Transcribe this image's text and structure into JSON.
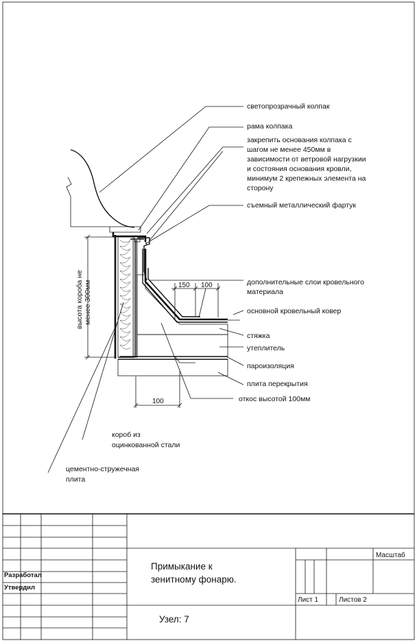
{
  "labels": {
    "dome": "светопрозрачный колпак",
    "frame": "рама колпака",
    "fix1": "закрепить основания колпака с",
    "fix2": "шагом не менее 450мм в",
    "fix3": "зависимости от ветровой нагрузкии",
    "fix4": "и состояния основания кровли,",
    "fix5": "минимум 2 крепежных элемента на",
    "fix6": "сторону",
    "apron": "съемный металлический фартук",
    "extra1": "дополнительные слои кровельного",
    "extra2": "материала",
    "main_carpet": "основной кровельный ковер",
    "screed": "стяжка",
    "insulation": "утеплитель",
    "vapor": "пароизоляция",
    "slab": "плита перекрытия",
    "slope": "откос высотой 100мм",
    "box1": "короб из",
    "box2": "оцинкованной стали",
    "csp1": "цементно-стружечная",
    "csp2": "плита",
    "height1": "высота короба не",
    "height2": "менее 300мм"
  },
  "dims": {
    "d150": "150",
    "d100_top": "100",
    "d100_bottom": "100"
  },
  "title_block": {
    "developed": "Разработал",
    "approved": "Утвердил",
    "title_line1": "Примыкание к",
    "title_line2": "зенитному фонарю.",
    "node": "Узел: 7",
    "scale": "Масштаб",
    "sheet": "Лист 1",
    "sheets": "Листов 2"
  }
}
